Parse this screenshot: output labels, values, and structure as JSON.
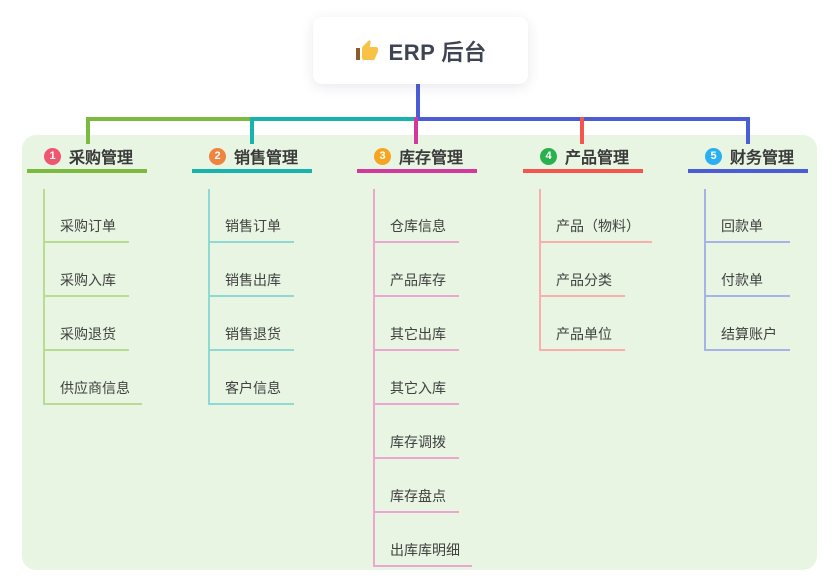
{
  "root": {
    "title": "ERP 后台",
    "icon": "thumbs-up-icon",
    "stem_color": "#4a5cd6"
  },
  "panel": {
    "background": "#e8f5e2"
  },
  "branches": [
    {
      "number": "1",
      "label": "采购管理",
      "color": "#7cb93f",
      "light_color": "#b9dc95",
      "badge_color": "#ef5670",
      "children": [
        "采购订单",
        "采购入库",
        "采购退货",
        "供应商信息"
      ]
    },
    {
      "number": "2",
      "label": "销售管理",
      "color": "#17b3ac",
      "light_color": "#8fd9d4",
      "badge_color": "#f0833d",
      "children": [
        "销售订单",
        "销售出库",
        "销售退货",
        "客户信息"
      ]
    },
    {
      "number": "3",
      "label": "库存管理",
      "color": "#d1399c",
      "light_color": "#eda6d1",
      "badge_color": "#f6a522",
      "children": [
        "仓库信息",
        "产品库存",
        "其它出库",
        "其它入库",
        "库存调拨",
        "库存盘点",
        "出库库明细"
      ]
    },
    {
      "number": "4",
      "label": "产品管理",
      "color": "#f2564f",
      "light_color": "#f9b0ac",
      "badge_color": "#2ab14d",
      "children": [
        "产品（物料）",
        "产品分类",
        "产品单位"
      ]
    },
    {
      "number": "5",
      "label": "财务管理",
      "color": "#4a5cd6",
      "light_color": "#a6b2e8",
      "badge_color": "#2aaff0",
      "children": [
        "回款单",
        "付款单",
        "结算账户"
      ]
    }
  ]
}
